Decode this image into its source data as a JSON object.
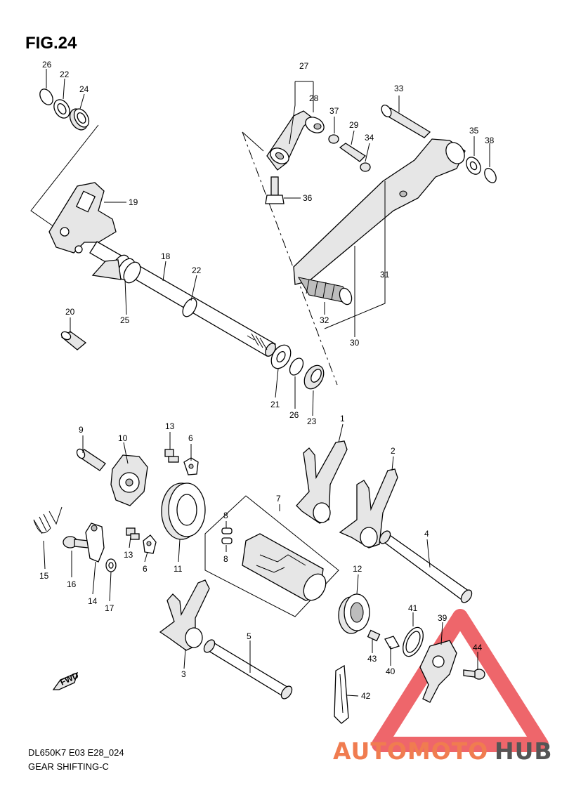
{
  "figure": {
    "title": "FIG.24",
    "model_code": "DL650K7 E03 E28_024",
    "name": "GEAR SHIFTING-C"
  },
  "fwd_label": "FWD",
  "watermark": {
    "part1": "AUTOMOTO",
    "part2": "HUB",
    "color1": "#f07c50",
    "color2": "#555555",
    "triangle_color": "#e8333a"
  },
  "part_numbers": {
    "p1": "1",
    "p2": "2",
    "p3": "3",
    "p4": "4",
    "p5": "5",
    "p6a": "6",
    "p6b": "6",
    "p7": "7",
    "p8a": "8",
    "p8b": "8",
    "p9": "9",
    "p10": "10",
    "p11": "11",
    "p12": "12",
    "p13a": "13",
    "p13b": "13",
    "p14": "14",
    "p15": "15",
    "p16": "16",
    "p17": "17",
    "p18": "18",
    "p19": "19",
    "p20": "20",
    "p21": "21",
    "p22a": "22",
    "p22b": "22",
    "p23": "23",
    "p24": "24",
    "p25": "25",
    "p26a": "26",
    "p26b": "26",
    "p27": "27",
    "p28": "28",
    "p29": "29",
    "p30": "30",
    "p31": "31",
    "p32": "32",
    "p33": "33",
    "p34": "34",
    "p35": "35",
    "p36": "36",
    "p37": "37",
    "p38": "38",
    "p39": "39",
    "p40": "40",
    "p41": "41",
    "p42": "42",
    "p43": "43",
    "p44": "44"
  }
}
